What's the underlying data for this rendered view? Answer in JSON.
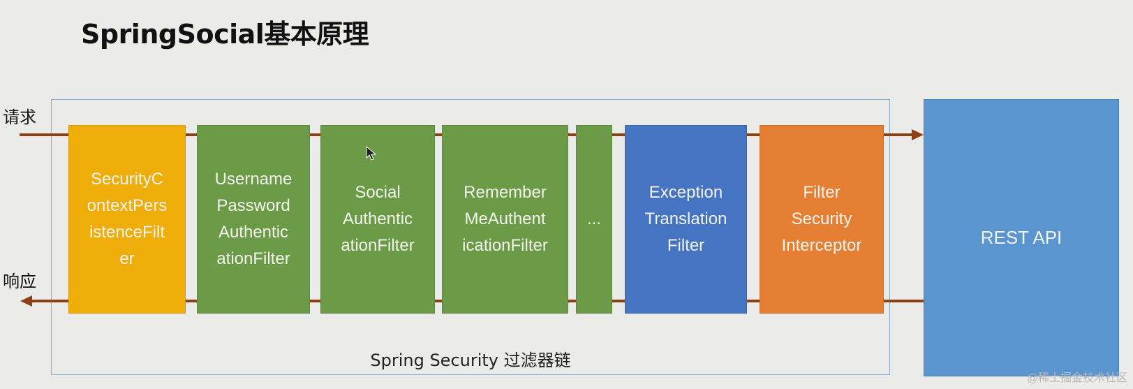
{
  "title": "SpringSocial基本原理",
  "request_label": "请求",
  "response_label": "响应",
  "chain_label": "Spring Security 过滤器链",
  "filters": [
    {
      "label": "SecurityC\nontextPers\nistenceFilt\ner",
      "color": "#efad0a"
    },
    {
      "label": "Username\nPassword\nAuthentic\nationFilter",
      "color": "#6b9b47"
    },
    {
      "label": "Social\nAuthentic\nationFilter",
      "color": "#6b9b47"
    },
    {
      "label": "Remember\nMeAuthent\nicationFilter",
      "color": "#6b9b47"
    },
    {
      "label": "...",
      "color": "#6b9b47"
    },
    {
      "label": "Exception\nTranslation\nFilter",
      "color": "#4574c2"
    },
    {
      "label": "Filter\nSecurity\nInterceptor",
      "color": "#e47f34"
    }
  ],
  "rest_api_label": "REST API",
  "arrow_color": "#8a4216",
  "watermark": "@稀土掘金技术社区"
}
